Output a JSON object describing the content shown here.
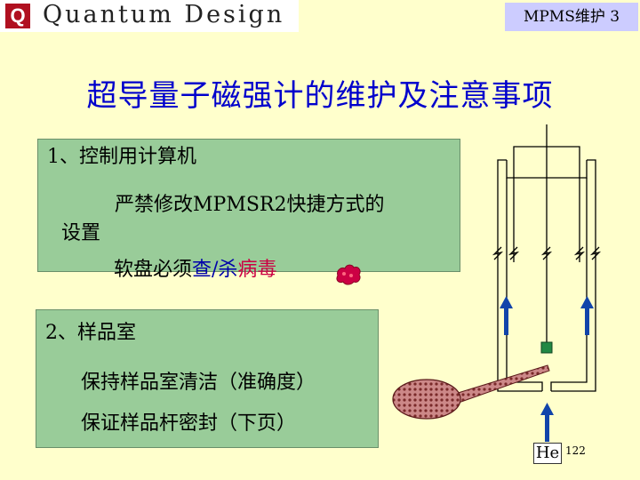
{
  "header": {
    "logo_q": "Q",
    "logo_text": "Quantum Design",
    "tag": "MPMS维护 3"
  },
  "title": "超导量子磁强计的维护及注意事项",
  "section1": {
    "heading": "1、控制用计算机",
    "line1": "严禁修改MPMSR2快捷方式的",
    "line2": "设置",
    "line3_prefix": "软盘必须",
    "line3_check": "查/杀",
    "line3_virus": "病毒"
  },
  "section2": {
    "heading": "2、样品室",
    "line1": "保持样品室清洁（准确度）",
    "line2": "保证样品杆密封（下页）"
  },
  "diagram": {
    "he_label": "He",
    "page_number": "122"
  },
  "colors": {
    "background": "#ffffcc",
    "title": "#0000cc",
    "box": "#99cc99",
    "tag": "#ccccff",
    "arrow": "#1144aa",
    "sample": "#228844",
    "virus": "#cc0044"
  }
}
